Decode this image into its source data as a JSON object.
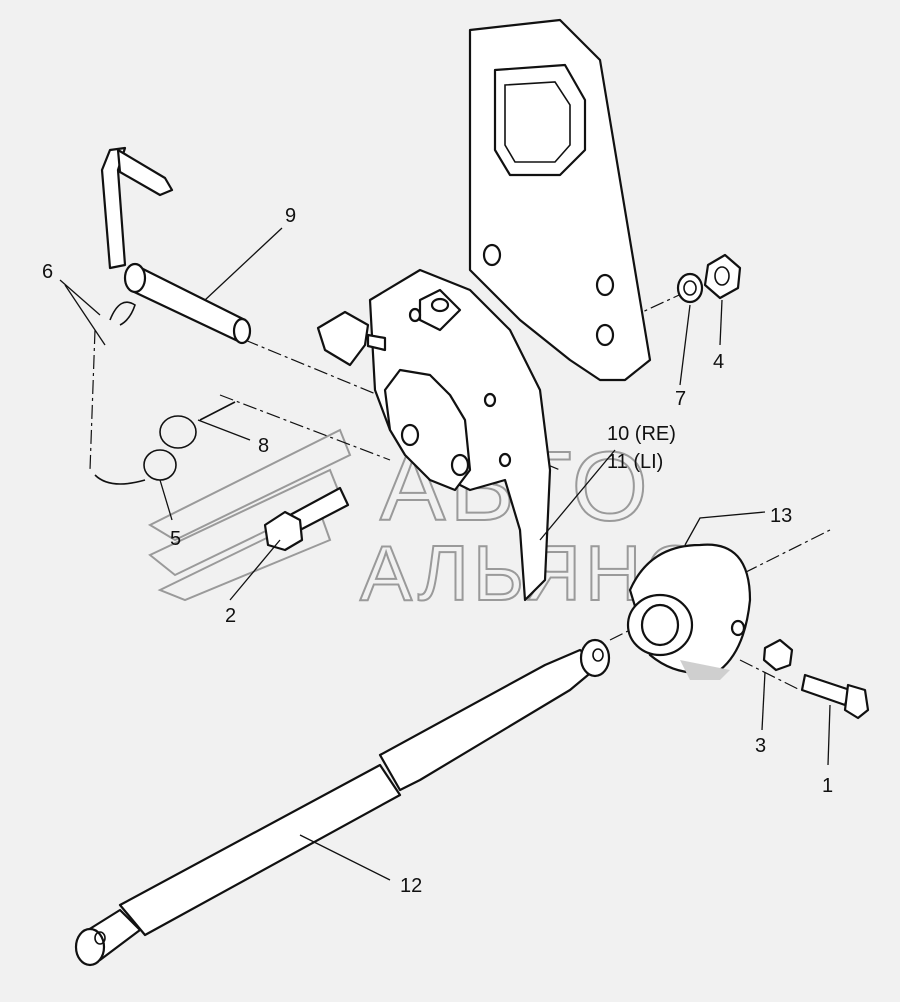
{
  "diagram": {
    "callouts": [
      {
        "id": "c1",
        "text": "1"
      },
      {
        "id": "c2",
        "text": "2"
      },
      {
        "id": "c3",
        "text": "3"
      },
      {
        "id": "c4",
        "text": "4"
      },
      {
        "id": "c5",
        "text": "5"
      },
      {
        "id": "c6",
        "text": "6"
      },
      {
        "id": "c7",
        "text": "7"
      },
      {
        "id": "c8",
        "text": "8"
      },
      {
        "id": "c9",
        "text": "9"
      },
      {
        "id": "c10",
        "text": "10 (RE)"
      },
      {
        "id": "c11",
        "text": "11 (LI)"
      },
      {
        "id": "c12",
        "text": "12"
      },
      {
        "id": "c13",
        "text": "13"
      }
    ]
  },
  "watermark": {
    "line1": "АВТО",
    "line2": "АЛЬЯНС"
  }
}
